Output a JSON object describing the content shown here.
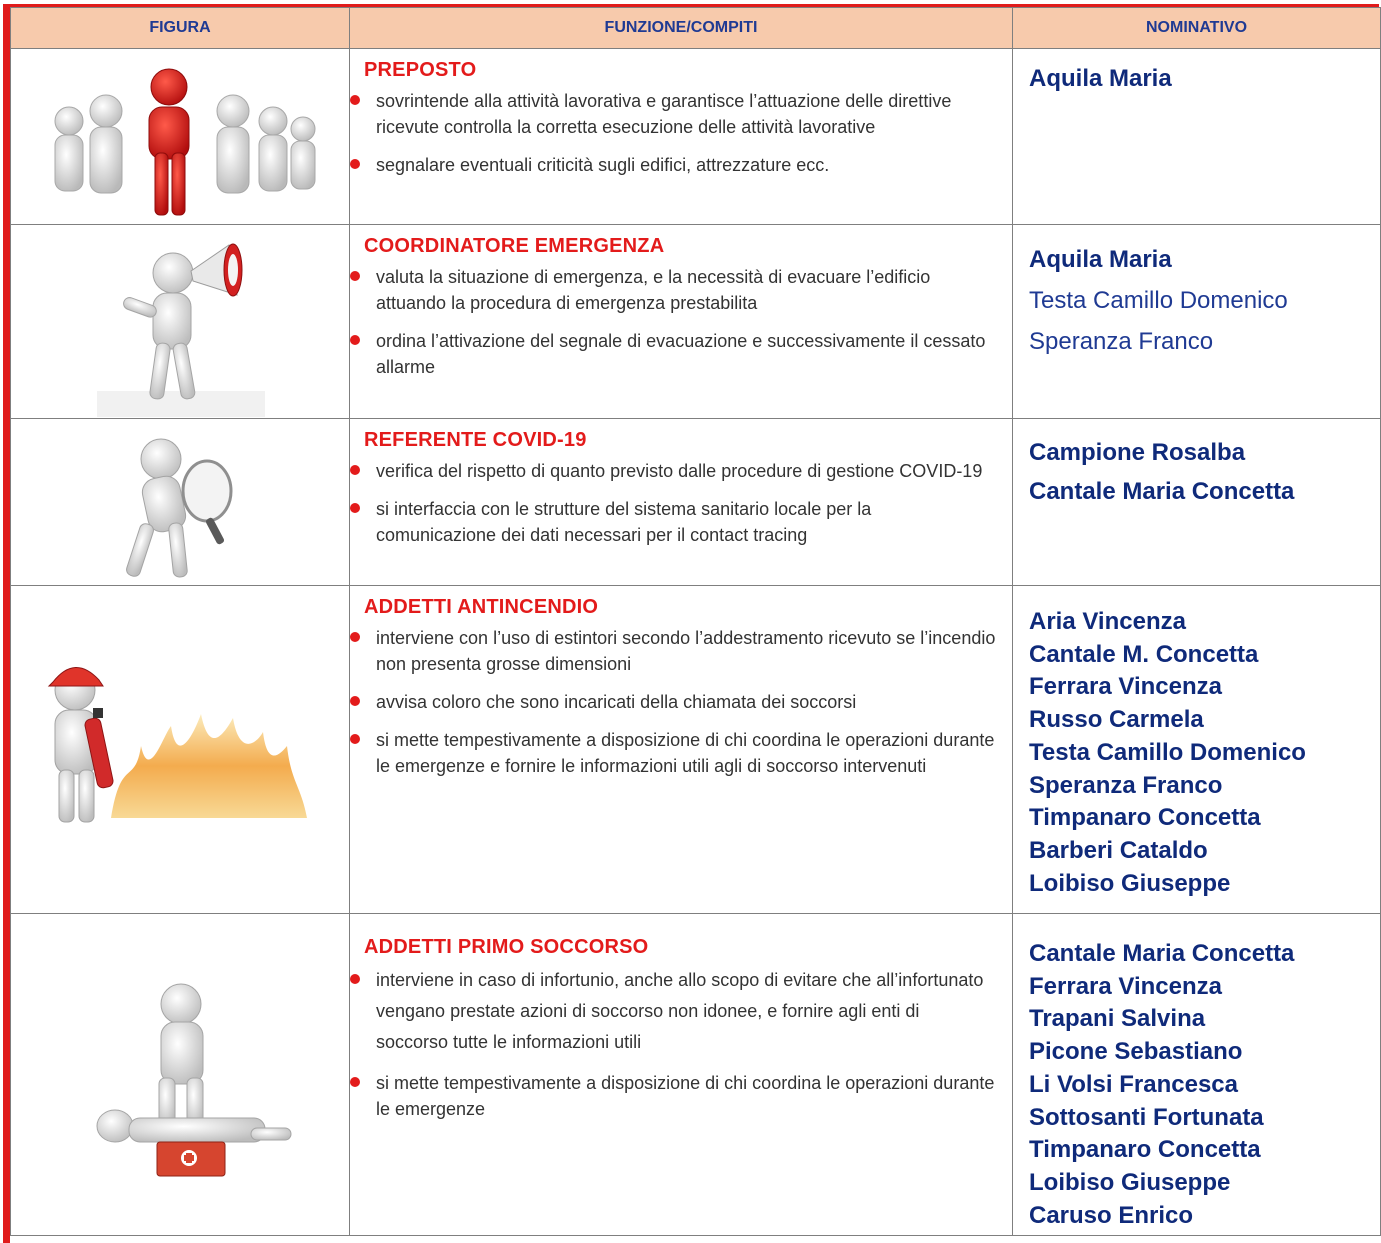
{
  "table": {
    "headers": [
      "FIGURA",
      "FUNZIONE/COMPITI",
      "NOMINATIVO"
    ],
    "rows": [
      {
        "figure_icon": "group-leader-figure-icon",
        "title": "PREPOSTO",
        "duties": [
          "sovrintende alla attività lavorativa e garantisce l’attuazione delle direttive ricevute controlla la corretta esecuzione delle attività lavorative",
          "segnalare eventuali criticità sugli edifici, attrezzature ecc."
        ],
        "names": [
          {
            "text": "Aquila Maria",
            "bold": true
          }
        ]
      },
      {
        "figure_icon": "megaphone-figure-icon",
        "title": "COORDINATORE EMERGENZA",
        "duties": [
          "valuta la situazione di emergenza, e la necessità di evacuare l’edificio attuando la procedura di emergenza prestabilita",
          "ordina l’attivazione del segnale di evacuazione e successivamente il cessato allarme"
        ],
        "names": [
          {
            "text": "Aquila Maria",
            "bold": true
          },
          {
            "text": "Testa Camillo Domenico",
            "bold": false
          },
          {
            "text": "Speranza Franco",
            "bold": false
          }
        ]
      },
      {
        "figure_icon": "magnifier-figure-icon",
        "title": "REFERENTE COVID-19",
        "duties": [
          "verifica del rispetto di quanto previsto dalle procedure di gestione COVID-19",
          "si interfaccia con le strutture del sistema sanitario locale per la comunicazione dei dati necessari per il contact tracing"
        ],
        "names": [
          {
            "text": "Campione Rosalba",
            "bold": true
          },
          {
            "text": "Cantale Maria Concetta",
            "bold": true
          }
        ]
      },
      {
        "figure_icon": "firefighter-extinguisher-icon",
        "title": "ADDETTI ANTINCENDIO",
        "duties": [
          "interviene con l’uso di estintori secondo l’addestramento ricevuto se l’incendio non presenta grosse dimensioni",
          "avvisa coloro che sono incaricati della chiamata dei soccorsi",
          "si mette tempestivamente a disposizione di chi coordina le operazioni durante le emergenze e fornire le informazioni utili agli di soccorso intervenuti"
        ],
        "names": [
          {
            "text": "Aria Vincenza",
            "bold": true
          },
          {
            "text": "Cantale M. Concetta",
            "bold": true
          },
          {
            "text": "Ferrara Vincenza",
            "bold": true
          },
          {
            "text": "Russo Carmela",
            "bold": true
          },
          {
            "text": "Testa Camillo Domenico",
            "bold": true
          },
          {
            "text": "Speranza Franco",
            "bold": true
          },
          {
            "text": "Timpanaro Concetta",
            "bold": true
          },
          {
            "text": "Barberi Cataldo",
            "bold": true
          },
          {
            "text": "Loibiso Giuseppe",
            "bold": true
          }
        ]
      },
      {
        "figure_icon": "first-aid-figure-icon",
        "title": "ADDETTI PRIMO SOCCORSO",
        "duties": [
          "interviene in caso di infortunio, anche allo scopo di evitare che all’infortunato vengano prestate azioni di soccorso non idonee, e fornire agli enti di soccorso tutte le informazioni utili",
          "si mette tempestivamente a disposizione di chi coordina le operazioni durante le emergenze"
        ],
        "names": [
          {
            "text": "Cantale Maria Concetta",
            "bold": true
          },
          {
            "text": "Ferrara Vincenza",
            "bold": true
          },
          {
            "text": "Trapani Salvina",
            "bold": true
          },
          {
            "text": "Picone Sebastiano",
            "bold": true
          },
          {
            "text": "Li Volsi Francesca",
            "bold": true
          },
          {
            "text": "Sottosanti Fortunata",
            "bold": true
          },
          {
            "text": "Timpanaro Concetta",
            "bold": true
          },
          {
            "text": "Loibiso Giuseppe",
            "bold": true
          },
          {
            "text": "Caruso Enrico",
            "bold": true
          }
        ]
      }
    ]
  },
  "colors": {
    "frame_red": "#e01b1b",
    "header_bg": "#f7caac",
    "header_text": "#1f3a93",
    "title_red": "#e31b1b",
    "name_blue": "#0f2a7a"
  }
}
